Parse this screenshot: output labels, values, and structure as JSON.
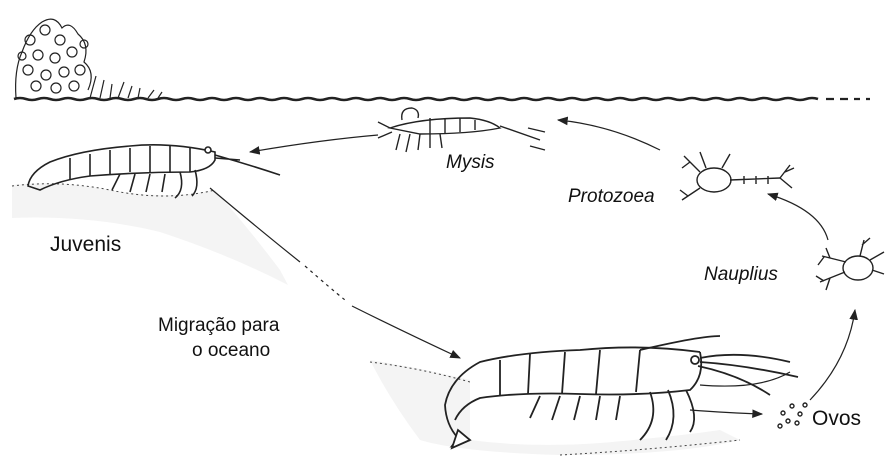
{
  "labels": {
    "mysis": "Mysis",
    "protozoea": "Protozoea",
    "nauplius": "Nauplius",
    "juvenis": "Juvenis",
    "migracao_line1": "Migração para",
    "migracao_line2": "o oceano",
    "ovos": "Ovos"
  }
}
